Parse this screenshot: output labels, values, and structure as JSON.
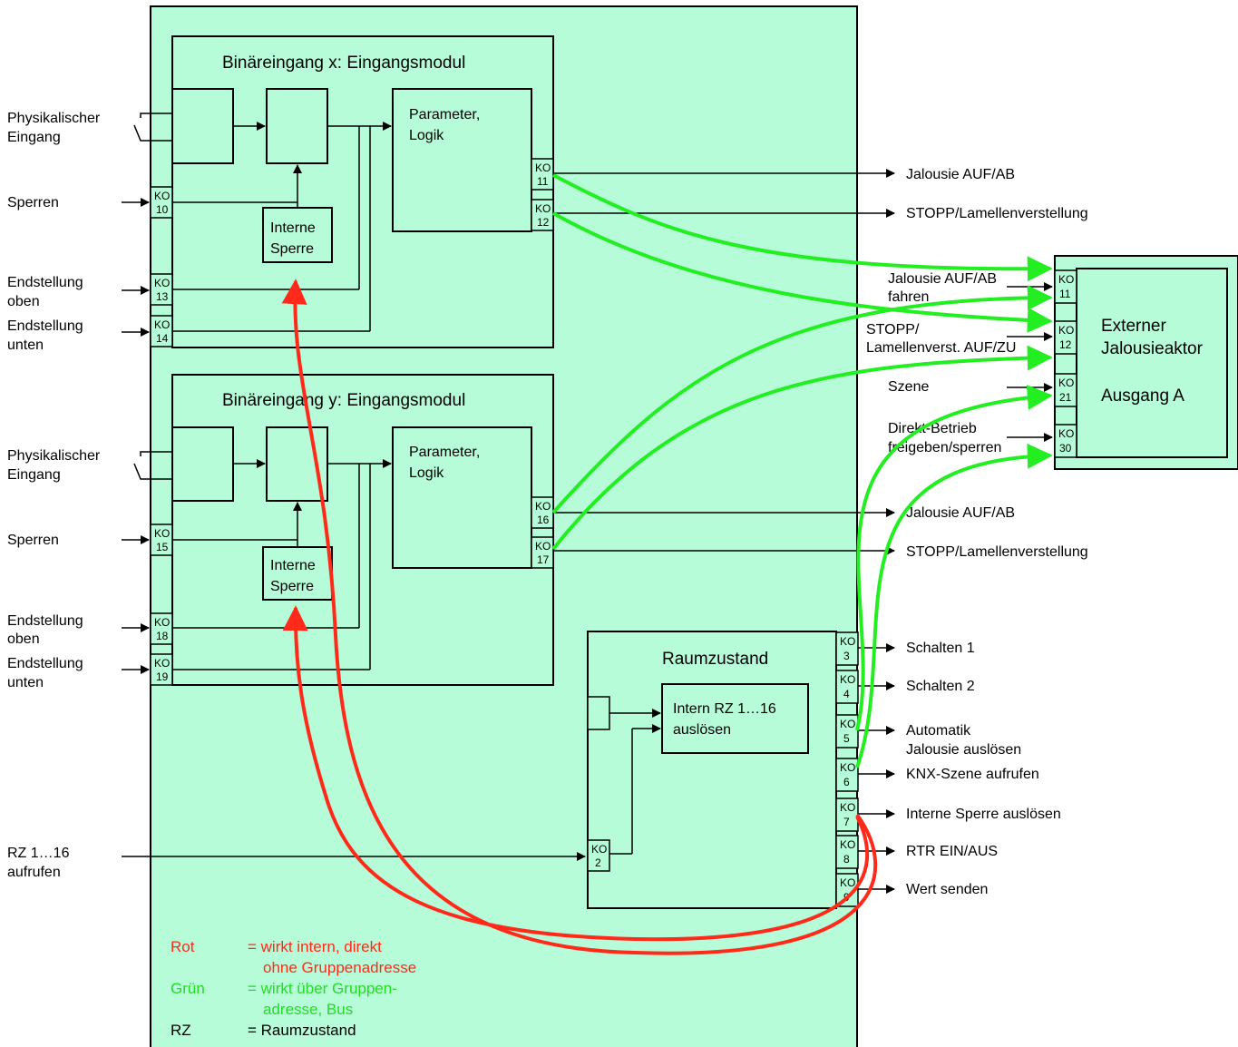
{
  "module_x": {
    "title": "Binäreingang x: Eingangsmodul",
    "param_line1": "Parameter,",
    "param_line2": "Logik",
    "sperre_line1": "Interne",
    "sperre_line2": "Sperre",
    "ko_labels": [
      "KO",
      "KO",
      "KO",
      "KO",
      "KO"
    ],
    "ko_numbers": [
      "10",
      "11",
      "12",
      "13",
      "14"
    ]
  },
  "module_y": {
    "title": "Binäreingang y: Eingangsmodul",
    "param_line1": "Parameter,",
    "param_line2": "Logik",
    "sperre_line1": "Interne",
    "sperre_line2": "Sperre",
    "ko_labels": [
      "KO",
      "KO",
      "KO",
      "KO",
      "KO"
    ],
    "ko_numbers": [
      "15",
      "16",
      "17",
      "18",
      "19"
    ]
  },
  "left_inputs": {
    "phys_x": [
      "Physikalischer",
      "Eingang"
    ],
    "sperren_x": "Sperren",
    "end_oben_x": [
      "Endstellung",
      "oben"
    ],
    "end_unten_x": [
      "Endstellung",
      "unten"
    ],
    "phys_y": [
      "Physikalischer",
      "Eingang"
    ],
    "sperren_y": "Sperren",
    "end_oben_y": [
      "Endstellung",
      "oben"
    ],
    "end_unten_y": [
      "Endstellung",
      "unten"
    ],
    "rz": [
      "RZ 1…16",
      "aufrufen"
    ]
  },
  "outputs_x": [
    "Jalousie AUF/AB",
    "STOPP/Lamellenverstellung"
  ],
  "outputs_y": [
    "Jalousie AUF/AB",
    "STOPP/Lamellenverstellung"
  ],
  "raumzustand": {
    "title": "Raumzustand",
    "intern_line1": "Intern RZ 1…16",
    "intern_line2": "auslösen",
    "ko_in": "2",
    "ko_out": [
      "3",
      "4",
      "5",
      "6",
      "7",
      "8",
      "9"
    ],
    "outputs": [
      [
        "Schalten 1"
      ],
      [
        "Schalten 2"
      ],
      [
        "Automatik",
        "Jalousie auslösen"
      ],
      [
        "KNX-Szene aufrufen"
      ],
      [
        "Interne Sperre auslösen"
      ],
      [
        "RTR EIN/AUS"
      ],
      [
        "Wert senden"
      ]
    ]
  },
  "actuator": {
    "title_line1": "Externer",
    "title_line2": "Jalousieaktor",
    "title_line3": "Ausgang A",
    "ko_numbers": [
      "11",
      "12",
      "21",
      "30"
    ],
    "inputs": [
      [
        "Jalousie AUF/AB",
        "fahren"
      ],
      [
        "STOPP/",
        "Lamellenverst. AUF/ZU"
      ],
      [
        "Szene"
      ],
      [
        "Direkt-Betrieb",
        "freigeben/sperren"
      ]
    ]
  },
  "legend": {
    "rot_key": "Rot",
    "rot_text1": "= wirkt intern, direkt",
    "rot_text2": "ohne Gruppenadresse",
    "gruen_key": "Grün",
    "gruen_text1": "= wirkt über Gruppen-",
    "gruen_text2": "adresse, Bus",
    "rz_key": "RZ",
    "rz_text": "= Raumzustand"
  },
  "colors": {
    "device_fill": "#b6fcd9",
    "red": "#ff2a1a",
    "green": "#22ee22",
    "line": "#000000"
  }
}
